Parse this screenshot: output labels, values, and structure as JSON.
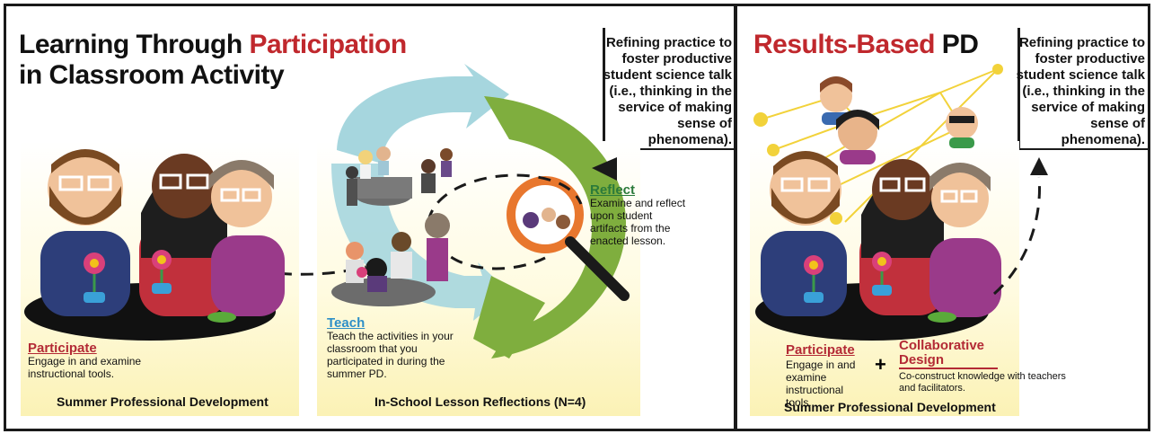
{
  "left": {
    "title_line1_prefix": "Learning Through ",
    "title_line1_highlight": "Participation",
    "title_line2": "in Classroom Activity",
    "callout": "Refining practice to foster productive student science talk (i.e., thinking in the service of making sense of phenomena).",
    "participate_heading": "Participate",
    "participate_text": "Engage in and examine instructional tools.",
    "summer_caption": "Summer Professional Development",
    "teach_heading": "Teach",
    "teach_text": "Teach the activities in your classroom that you participated in during the summer PD.",
    "reflect_heading": "Reflect",
    "reflect_text": "Examine and reflect upon student artifacts from the enacted lesson.",
    "inschool_caption": "In-School Lesson Reflections (N=4)"
  },
  "right": {
    "title_highlight": "Results-Based",
    "title_rest": " PD",
    "callout": "Refining practice to foster productive student science talk (i.e., thinking in the service of making sense of phenomena).",
    "participate_heading": "Participate",
    "participate_text": "Engage in and examine instructional tools.",
    "plus": "+",
    "collab_heading": "Collaborative Design",
    "collab_text": "Co-construct knowledge with teachers and facilitators.",
    "summer_caption": "Summer Professional Development"
  },
  "colors": {
    "accent_red": "#c0282d",
    "teach_blue": "#2e8fc7",
    "reflect_green": "#2b7a3a",
    "cycle_blue": "#a6d6de",
    "cycle_green": "#7fae3e",
    "magnifier_orange": "#e8772e"
  }
}
